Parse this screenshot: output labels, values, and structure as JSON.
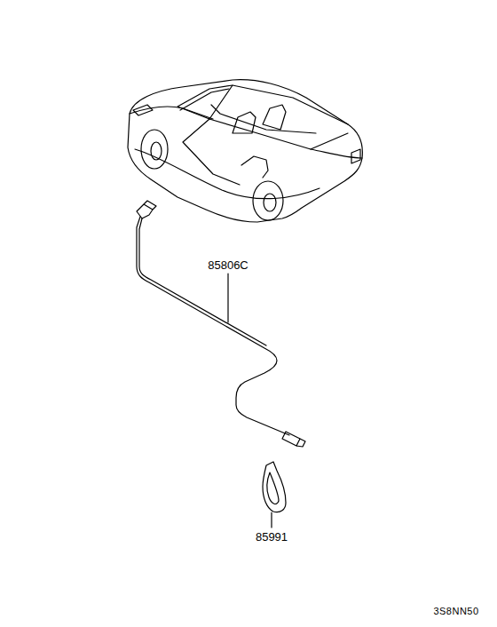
{
  "diagram": {
    "labels": [
      "85806C",
      "85991",
      "3S8NN50"
    ]
  }
}
